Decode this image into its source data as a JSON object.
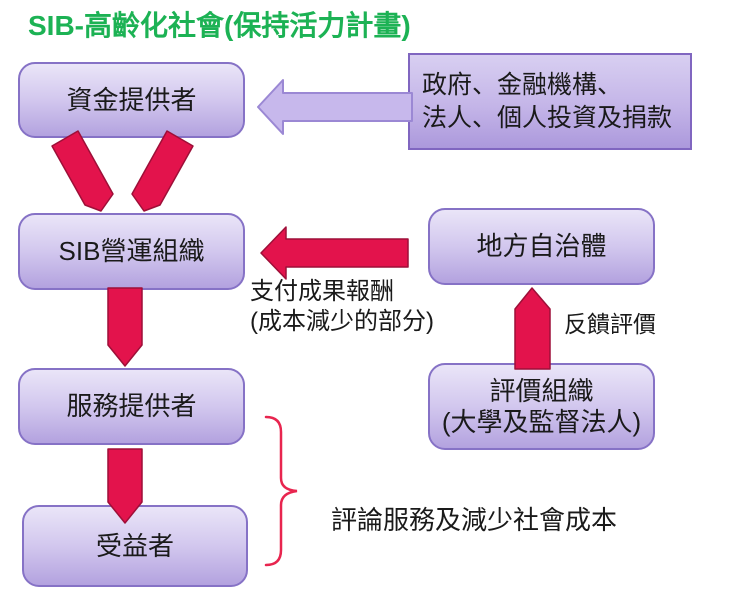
{
  "diagram": {
    "title": "SIB-高齡化社會(保持活力計畫)",
    "nodes": {
      "funder": "資金提供者",
      "investors_line1": "政府、金融機構、",
      "investors_line2": "法人、個人投資及捐款",
      "sib_operator": "SIB營運組織",
      "municipality": "地方自治體",
      "service_provider": "服務提供者",
      "evaluator_line1": "評價組織",
      "evaluator_line2": "(大學及監督法人)",
      "beneficiary": "受益者"
    },
    "labels": {
      "payment_line1": "支付成果報酬",
      "payment_line2": "(成本減少的部分)",
      "feedback": "反饋評價",
      "review": "評論服務及減少社會成本"
    },
    "colors": {
      "title_green": "#1cb254",
      "box_border": "#8672c6",
      "box_fill_top": "#eae5f8",
      "box_fill_bottom": "#b3a2df",
      "arrow_crimson": "#e3134c",
      "arrow_crimson_border": "#9e0f38",
      "arrow_lavender": "#c7b8ec",
      "arrow_lavender_border": "#9b88d4",
      "brace_red": "#e8254f",
      "text": "#1a1a1a"
    }
  }
}
